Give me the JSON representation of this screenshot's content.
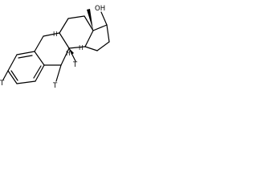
{
  "structure": {
    "hydroxyl_label": "OH",
    "tritium_labels": [
      "T",
      "T",
      "T"
    ],
    "stereo_h_labels": [
      "H",
      "H",
      "H"
    ],
    "colors": {
      "bond": "#000000",
      "background": "#ffffff"
    }
  }
}
